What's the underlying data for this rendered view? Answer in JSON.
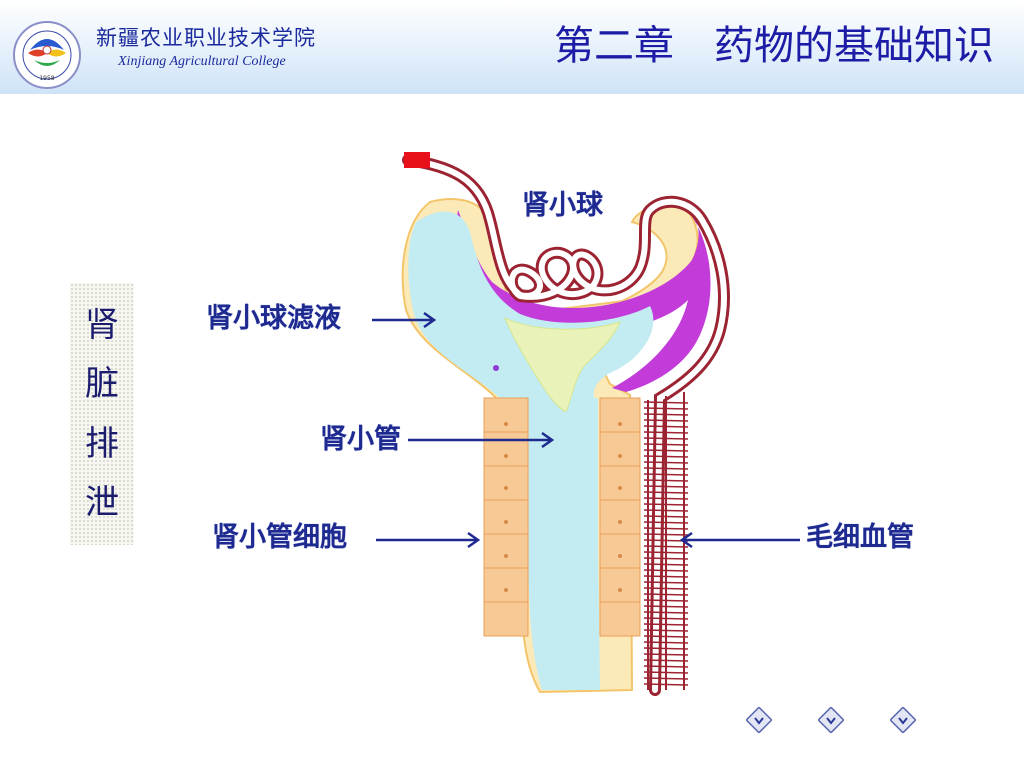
{
  "header": {
    "college_cn": "新疆农业职业技术学院",
    "college_en": "Xinjiang Agricultural College",
    "title": "第二章　药物的基础知识",
    "logo_year": "1958"
  },
  "side_title": [
    "肾",
    "脏",
    "排",
    "泄"
  ],
  "diagram": {
    "labels": {
      "glomerulus": "肾小球",
      "filtrate": "肾小球滤液",
      "tubule": "肾小管",
      "tubule_cells": "肾小管细胞",
      "capillary": "毛细血管"
    }
  },
  "nav_icons": [
    "nav-prev-icon",
    "nav-home-icon",
    "nav-next-icon"
  ],
  "colors": {
    "title_text": "#1c1ca6",
    "label_text": "#1e2a8f",
    "filtrate_fill": "#c2ecf2",
    "capsule_fill": "#fbe9b8",
    "capsule_wall": "#c33bd8",
    "cells_fill": "#f7c995",
    "vessel": "#9c2432"
  }
}
